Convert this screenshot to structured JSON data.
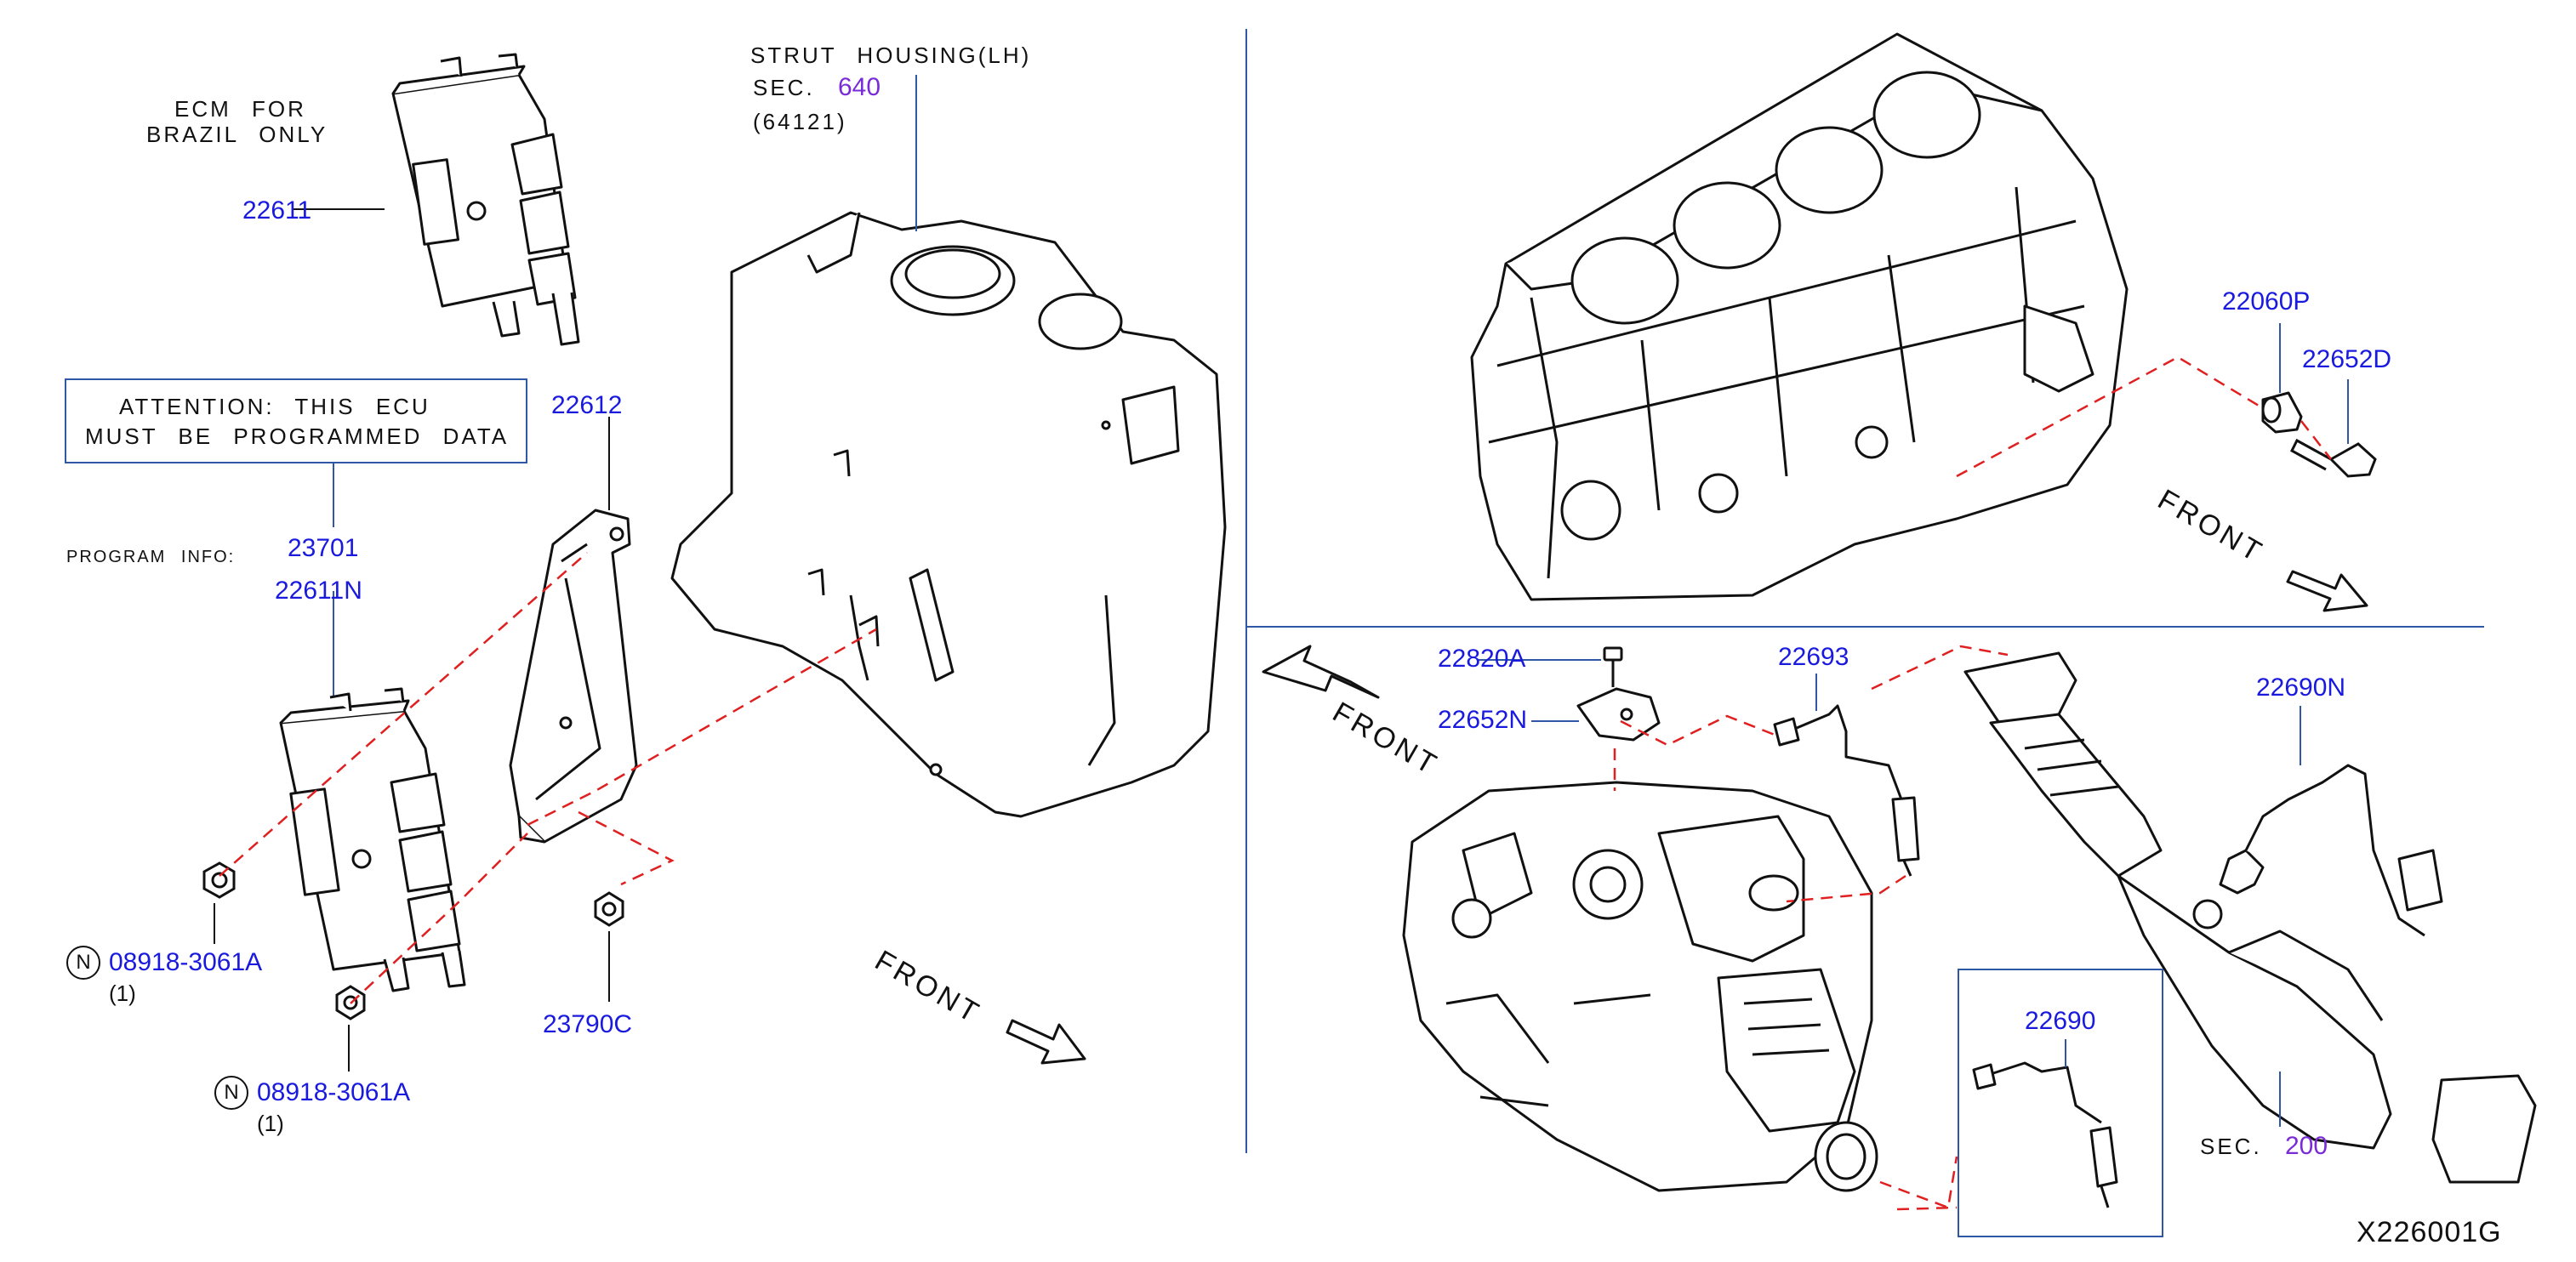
{
  "diagram": {
    "code": "X226001G",
    "colors": {
      "part_number": "#1a1adf",
      "section_ref": "#7a2bd8",
      "divider": "#2e58a6",
      "leader_dash": "#e02020",
      "line": "#111111"
    },
    "notes": {
      "ecm_for": "ECM FOR",
      "brazil_only": "BRAZIL ONLY",
      "attention_line1": "ATTENTION: THIS ECU",
      "attention_line2": "MUST BE PROGRAMMED DATA",
      "program_info": "PROGRAM INFO:",
      "strut_housing": "STRUT HOUSING(LH)",
      "sec_prefix": "SEC.",
      "strut_part": "(64121)"
    },
    "section_refs": {
      "strut": "640",
      "exhaust": "200"
    },
    "front_label": "FRONT",
    "quantity": "(1)",
    "n_symbol": "N",
    "parts": {
      "p22611": "22611",
      "p22612": "22612",
      "p23701": "23701",
      "p22611N": "22611N",
      "p08918_a": "08918-3061A",
      "p08918_b": "08918-3061A",
      "p23790C": "23790C",
      "p22060P": "22060P",
      "p22652D": "22652D",
      "p22820A": "22820A",
      "p22652N": "22652N",
      "p22693": "22693",
      "p22690N": "22690N",
      "p22690": "22690"
    },
    "icons": [
      "ecm-module",
      "bracket",
      "strut-housing",
      "engine-block",
      "knock-sensor",
      "bolt",
      "nut",
      "exhaust-manifold",
      "catalytic-converter",
      "oxygen-sensor",
      "front-arrow"
    ]
  }
}
